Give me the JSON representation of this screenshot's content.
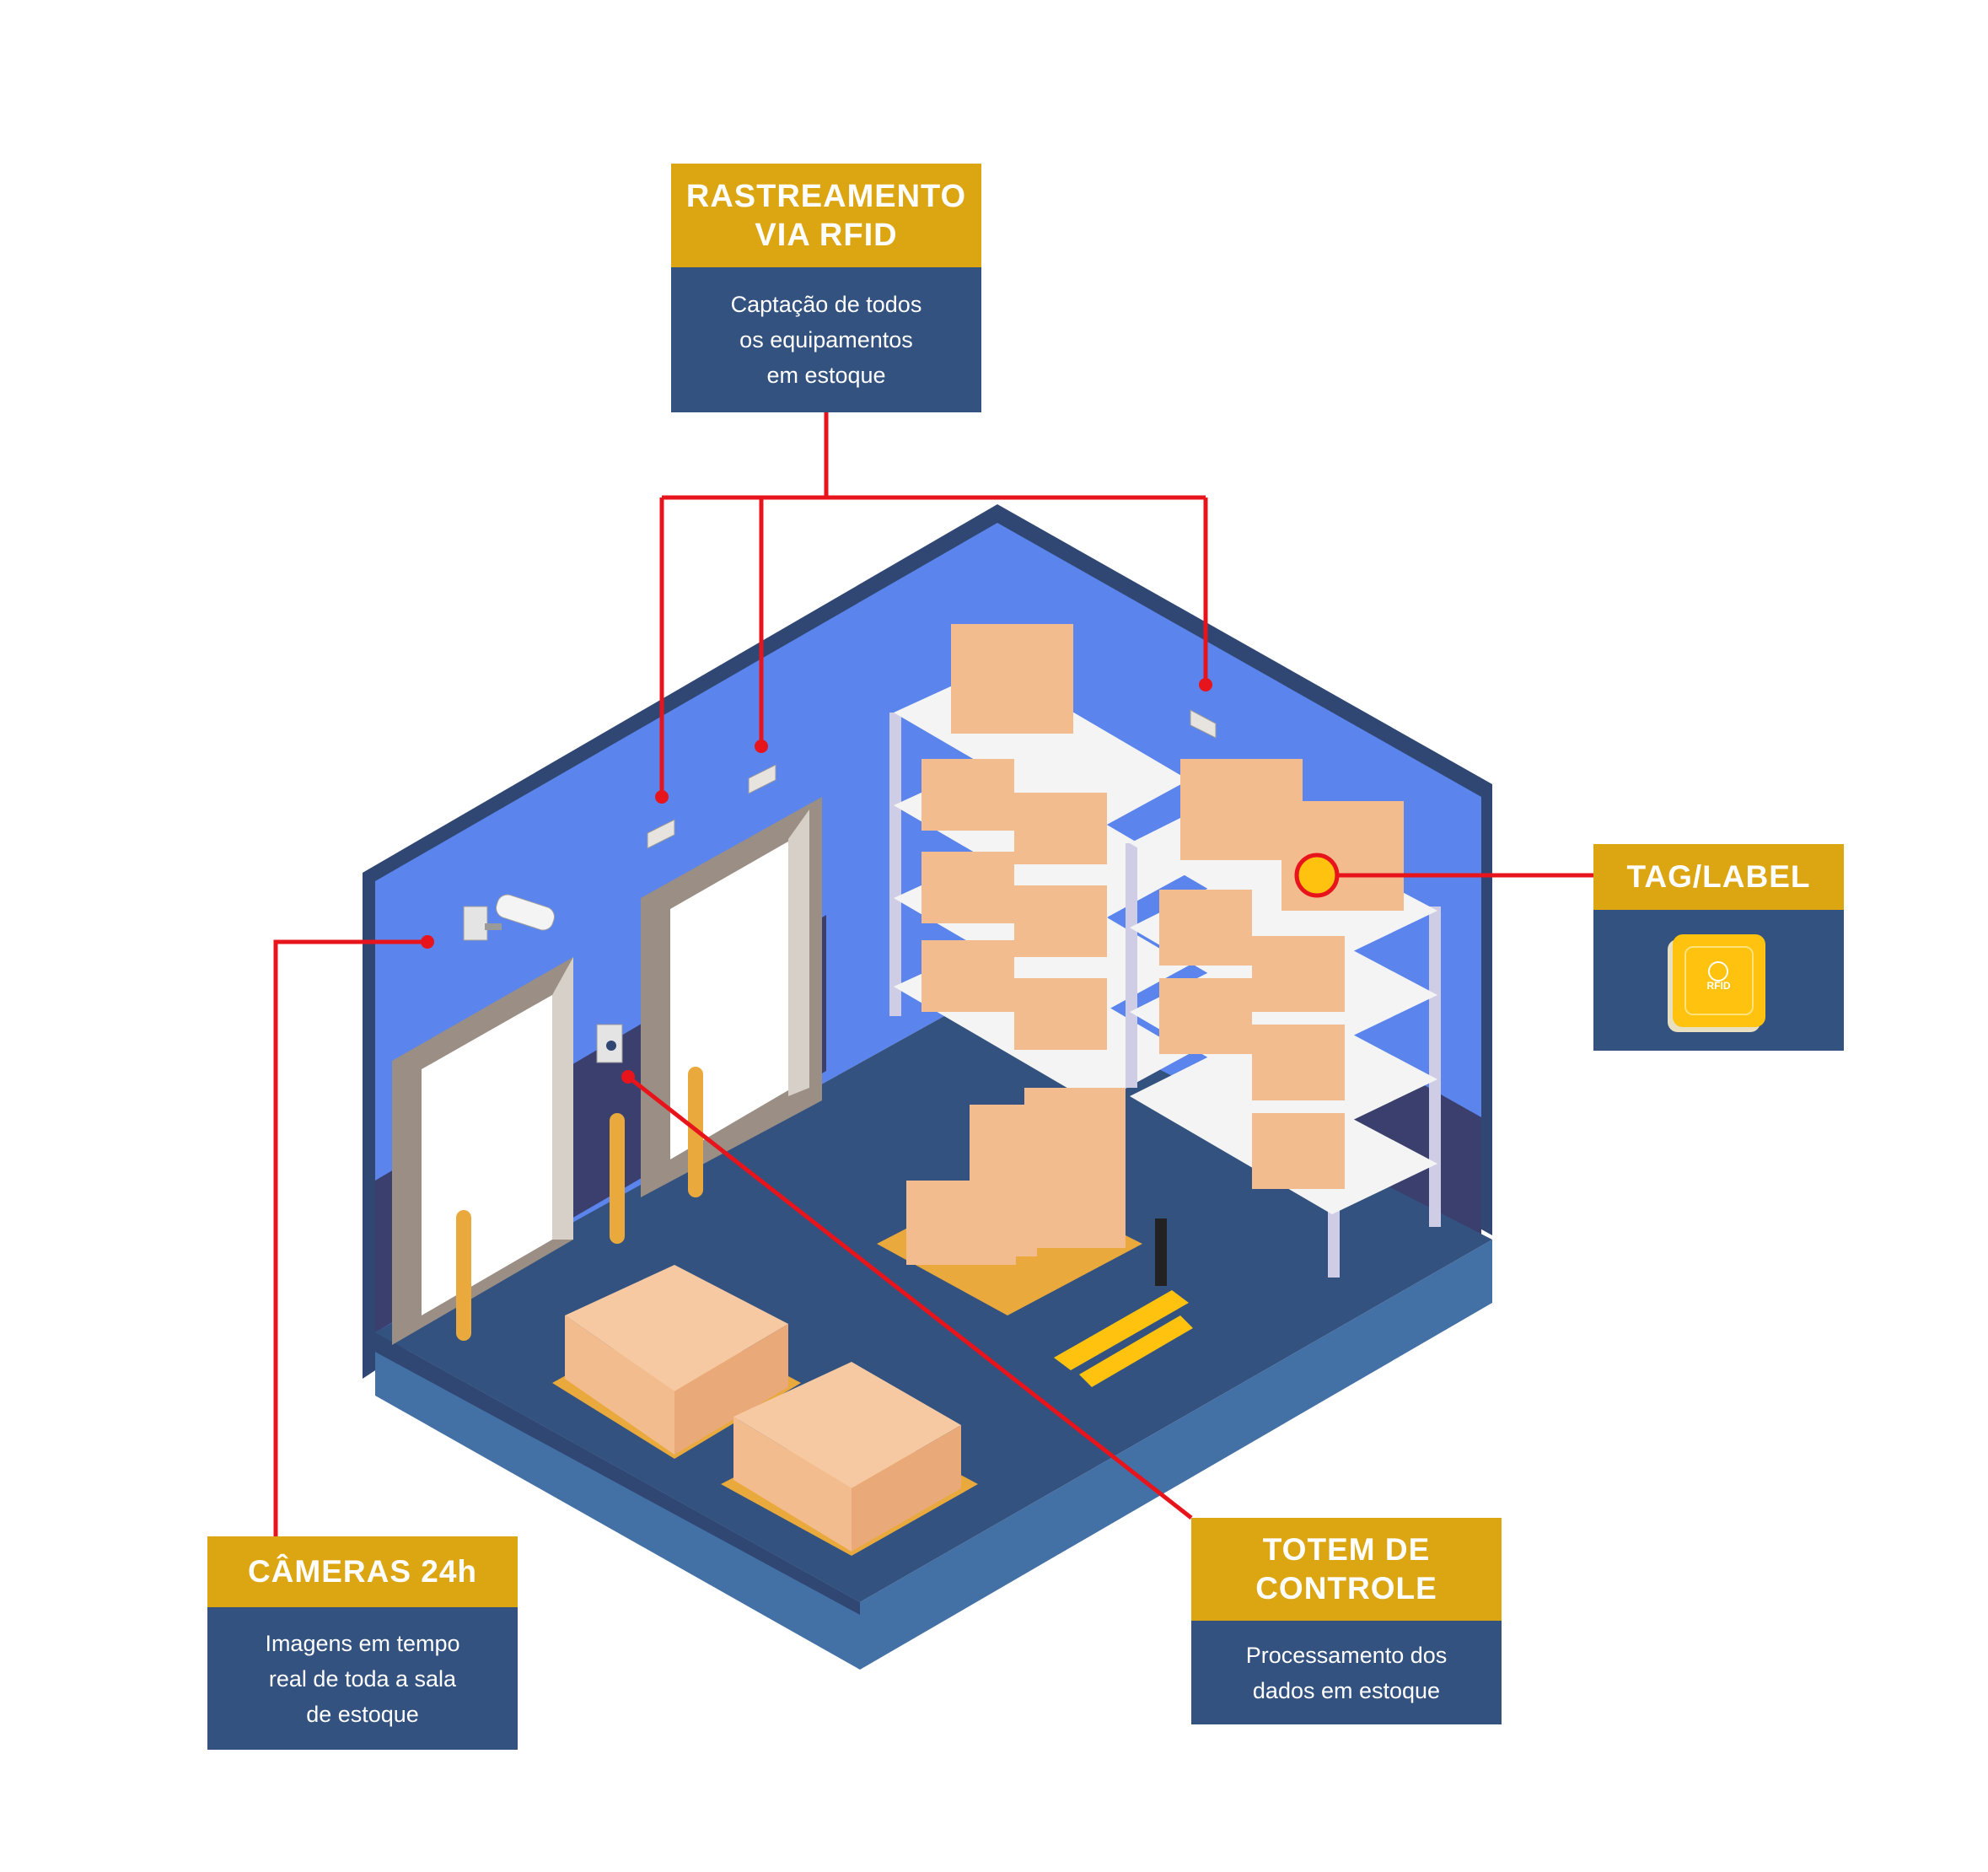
{
  "callouts": {
    "rfid": {
      "title_lines": [
        "RASTREAMENTO",
        "VIA RFID"
      ],
      "desc_lines": [
        "Captação de todos",
        "os equipamentos",
        "em estoque"
      ]
    },
    "tag": {
      "title": "TAG/LABEL",
      "chip_label": "RFID"
    },
    "cameras": {
      "title": "CÂMERAS 24h",
      "desc_lines": [
        "Imagens em tempo",
        "real de toda a sala",
        "de estoque"
      ]
    },
    "totem": {
      "title_lines": [
        "TOTEM DE",
        "CONTROLE"
      ],
      "desc_lines": [
        "Processamento dos",
        "dados em estoque"
      ]
    }
  },
  "colors": {
    "callout_header": "#DCA512",
    "callout_body": "#33527F",
    "connector": "#E8141C",
    "wall": "#5B84EC",
    "floor": "#33527F",
    "box": "#F3BC8E",
    "pallet": "#E9A93C"
  }
}
